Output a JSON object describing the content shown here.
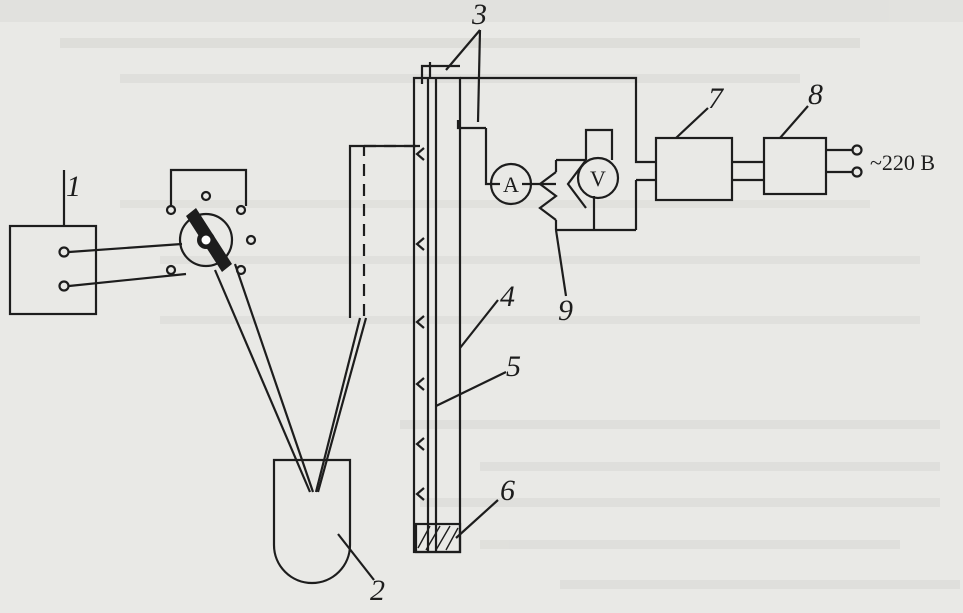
{
  "labels": {
    "n1": "1",
    "n2": "2",
    "n3": "3",
    "n4": "4",
    "n5": "5",
    "n6": "6",
    "n7": "7",
    "n8": "8",
    "n9": "9"
  },
  "meters": {
    "ammeter": "A",
    "voltmeter": "V"
  },
  "supply": "~220 В",
  "colors": {
    "ink": "#1d1d1d",
    "paper": "#e9e9e6",
    "bleed": "#b9b9b6"
  }
}
